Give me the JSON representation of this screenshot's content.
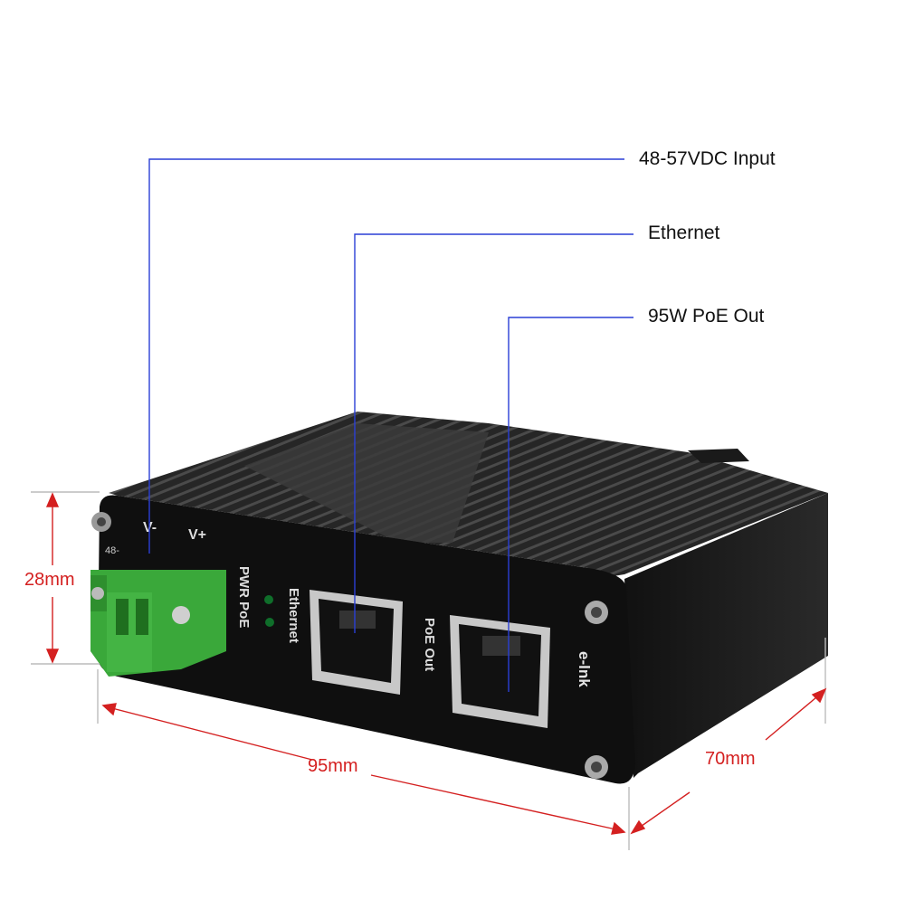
{
  "callouts": {
    "input": "48-57VDC Input",
    "ethernet": "Ethernet",
    "poe_out": "95W PoE Out"
  },
  "dimensions": {
    "height": "28mm",
    "width": "95mm",
    "depth": "70mm"
  },
  "device": {
    "terminal_minus": "V-",
    "terminal_plus": "V+",
    "terminal_small": "48-",
    "led_labels": "PWR PoE",
    "ethernet_label": "Ethernet",
    "poe_out_label": "PoE Out",
    "brand": "e-lnk"
  },
  "colors": {
    "callout_line": "#2a3fd6",
    "dimension": "#d42020",
    "terminal_block": "#3aa83a",
    "enclosure": "#141414"
  }
}
